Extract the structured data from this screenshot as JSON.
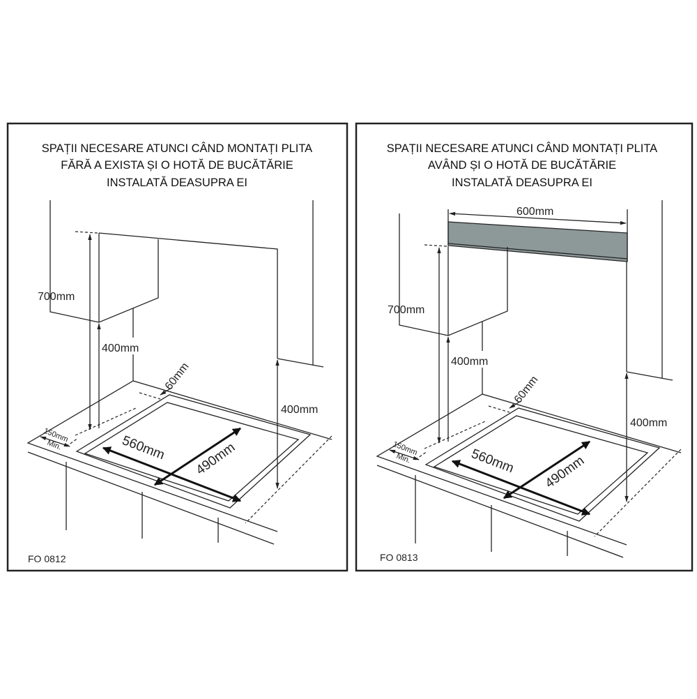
{
  "panels": [
    {
      "title": [
        "SPAȚII NECESARE ATUNCI CÂND MONTAȚI PLITA",
        "FĂRĂ A EXISTA ȘI O HOTĂ DE BUCĂTĂRIE",
        "INSTALATĂ DEASUPRA EI"
      ],
      "dims": {
        "cabinet_height": "700mm",
        "clearance": "400mm",
        "wall_clearance": "400mm",
        "rear_gap": "60mm",
        "side_gap": "150mm",
        "side_gap_note": "Min.",
        "cutout_width": "560mm",
        "cutout_depth": "490mm"
      },
      "figure_code": "FO 0812"
    },
    {
      "title": [
        "SPAȚII NECESARE ATUNCI CÂND MONTAȚI PLITA",
        "AVÂND ȘI O HOTĂ DE BUCĂTĂRIE",
        "INSTALATĂ DEASUPRA EI"
      ],
      "dims": {
        "hood_width": "600mm",
        "cabinet_height": "700mm",
        "clearance": "400mm",
        "wall_clearance": "400mm",
        "rear_gap": "60mm",
        "side_gap": "150mm",
        "side_gap_note": "Min.",
        "cutout_width": "560mm",
        "cutout_depth": "490mm"
      },
      "figure_code": "FO 0813"
    }
  ],
  "colors": {
    "hood": "#8d9898",
    "line": "#222222"
  }
}
